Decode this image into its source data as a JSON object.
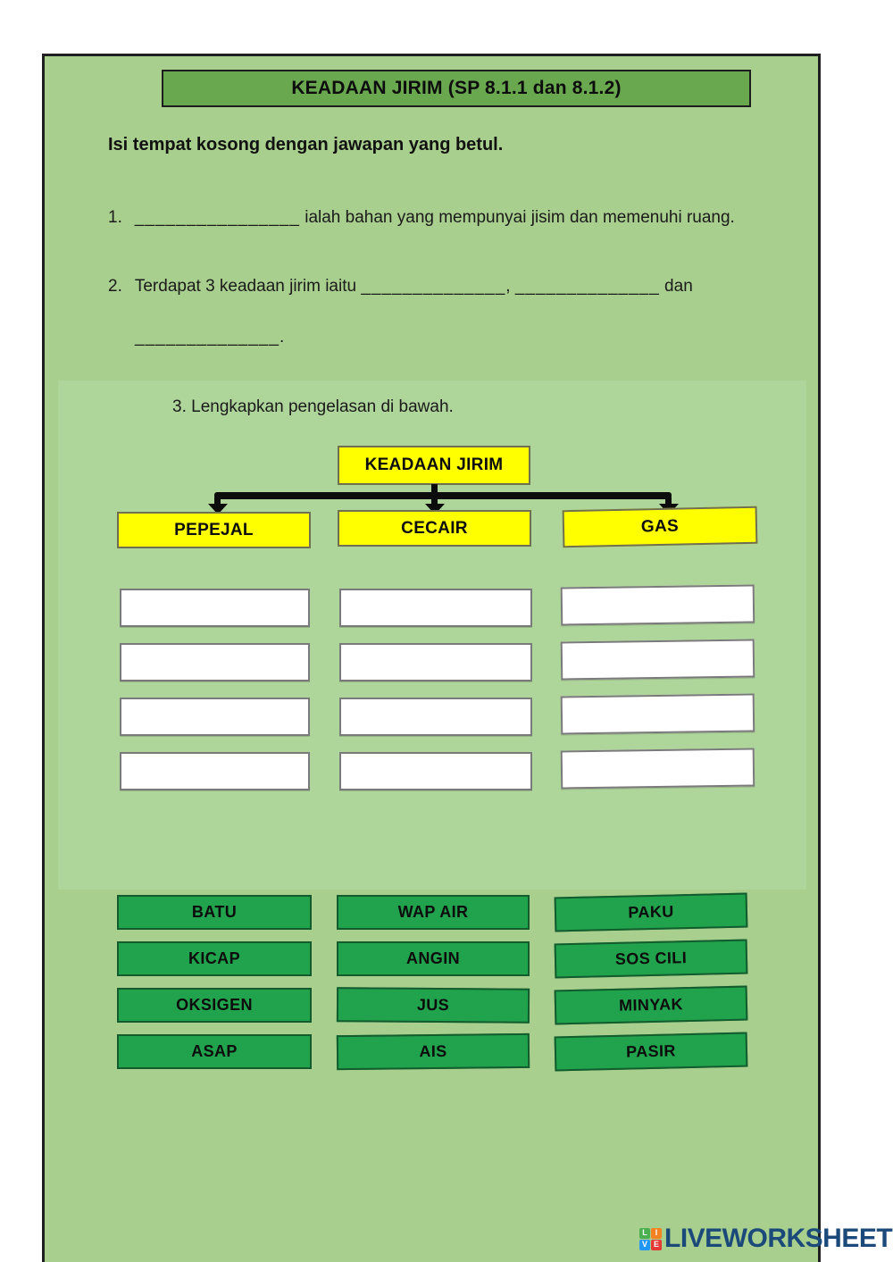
{
  "page": {
    "title_banner": "KEADAAN JIRIM (SP 8.1.1 dan 8.1.2)",
    "instruction": "Isi tempat kosong dengan jawapan yang betul.",
    "questions": {
      "q1": {
        "number": "1.",
        "blank": "________________",
        "text": " ialah bahan yang mempunyai jisim dan memenuhi ruang."
      },
      "q2": {
        "number": "2.",
        "text_before": "Terdapat 3 keadaan jirim iaitu ",
        "blank1": "______________",
        "separator": ", ",
        "blank2": "______________",
        "text_after": " dan",
        "blank3": "______________",
        "period": "."
      }
    },
    "section3": {
      "label": "3. Lengkapkan pengelasan di bawah.",
      "root": "KEADAAN JIRIM",
      "categories": [
        "PEPEJAL",
        "CECAIR",
        "GAS"
      ],
      "answer_slots_per_category": 4
    },
    "word_bank": [
      "BATU",
      "WAP AIR",
      "PAKU",
      "KICAP",
      "ANGIN",
      "SOS CILI",
      "OKSIGEN",
      "JUS",
      "MINYAK",
      "ASAP",
      "AIS",
      "PASIR"
    ],
    "branding": {
      "logo_letters": [
        "L",
        "I",
        "V",
        "E"
      ],
      "logo_text": "LIVEWORKSHEETS"
    },
    "colors": {
      "panel_green": "#a8cf8d",
      "banner_green": "#69a84f",
      "accent_yellow": "#ffff00",
      "wordbank_green": "#21a24d",
      "logo_navy": "#1b4a7a"
    }
  }
}
